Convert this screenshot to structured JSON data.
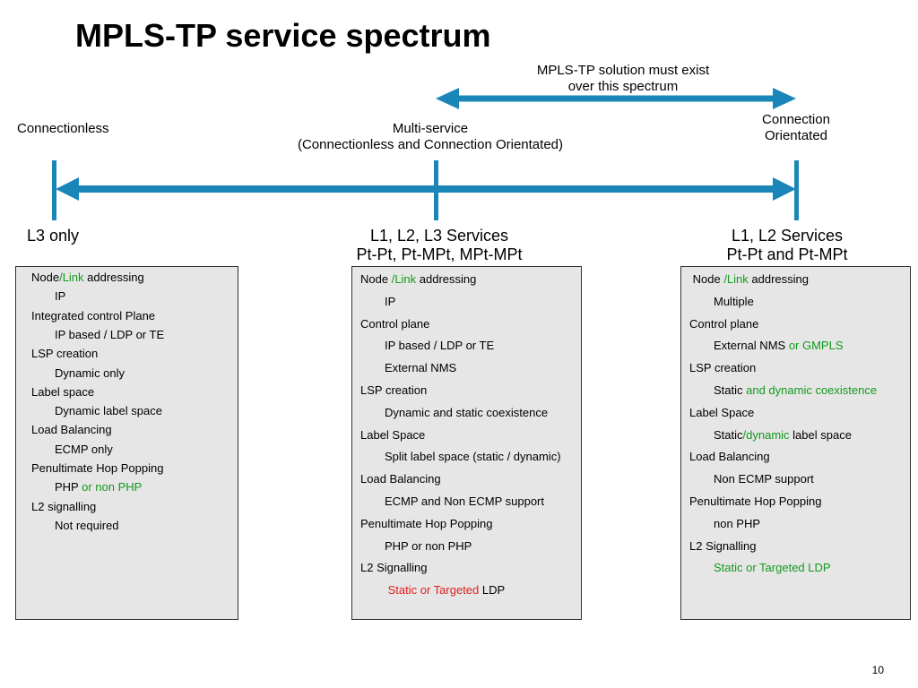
{
  "title": "MPLS-TP service spectrum",
  "top_arrow_caption": [
    "MPLS-TP solution must exist",
    "over this spectrum"
  ],
  "spectrum": {
    "left": "Connectionless",
    "middle": [
      "Multi-service",
      "(Connectionless and Connection Orientated)"
    ],
    "right": [
      "Connection",
      "Orientated"
    ]
  },
  "columns": [
    {
      "heading": [
        "L3 only"
      ]
    },
    {
      "heading": [
        "L1, L2, L3 Services",
        "Pt-Pt, Pt-MPt, MPt-MPt"
      ]
    },
    {
      "heading": [
        "L1, L2 Services",
        "Pt-Pt and Pt-MPt"
      ]
    }
  ],
  "boxes": [
    {
      "rows": [
        {
          "indent": 0,
          "parts": [
            {
              "t": "Node"
            },
            {
              "t": "/Link",
              "c": "green"
            },
            {
              "t": " addressing"
            }
          ]
        },
        {
          "indent": 1,
          "parts": [
            {
              "t": "IP"
            }
          ]
        },
        {
          "indent": 0,
          "parts": [
            {
              "t": "Integrated control Plane"
            }
          ]
        },
        {
          "indent": 1,
          "parts": [
            {
              "t": "IP based / LDP or TE"
            }
          ]
        },
        {
          "indent": 0,
          "parts": [
            {
              "t": "LSP creation"
            }
          ]
        },
        {
          "indent": 1,
          "parts": [
            {
              "t": "Dynamic only"
            }
          ]
        },
        {
          "indent": 0,
          "parts": [
            {
              "t": "Label space"
            }
          ]
        },
        {
          "indent": 1,
          "parts": [
            {
              "t": "Dynamic label space"
            }
          ]
        },
        {
          "indent": 0,
          "parts": [
            {
              "t": "Load Balancing"
            }
          ]
        },
        {
          "indent": 1,
          "parts": [
            {
              "t": "ECMP only"
            }
          ]
        },
        {
          "indent": 0,
          "parts": [
            {
              "t": "Penultimate Hop Popping"
            }
          ]
        },
        {
          "indent": 1,
          "parts": [
            {
              "t": "PHP "
            },
            {
              "t": "or non PHP",
              "c": "green"
            }
          ]
        },
        {
          "indent": 0,
          "parts": [
            {
              "t": "L2 signalling"
            }
          ]
        },
        {
          "indent": 1,
          "parts": [
            {
              "t": "Not required"
            }
          ]
        }
      ]
    },
    {
      "rows": [
        {
          "indent": 0,
          "parts": [
            {
              "t": "Node "
            },
            {
              "t": "/Link",
              "c": "green"
            },
            {
              "t": " addressing"
            }
          ]
        },
        {
          "indent": 1,
          "parts": [
            {
              "t": "IP"
            }
          ]
        },
        {
          "indent": 0,
          "parts": [
            {
              "t": "Control plane"
            }
          ]
        },
        {
          "indent": 1,
          "parts": [
            {
              "t": "IP based / LDP or TE"
            }
          ]
        },
        {
          "indent": 1,
          "parts": [
            {
              "t": "External NMS"
            }
          ]
        },
        {
          "indent": 0,
          "parts": [
            {
              "t": "LSP creation"
            }
          ]
        },
        {
          "indent": 1,
          "parts": [
            {
              "t": "Dynamic and static coexistence"
            }
          ]
        },
        {
          "indent": 0,
          "parts": [
            {
              "t": "Label Space"
            }
          ]
        },
        {
          "indent": 1,
          "parts": [
            {
              "t": "Split label space (static / dynamic)"
            }
          ]
        },
        {
          "indent": 0,
          "parts": [
            {
              "t": "Load Balancing"
            }
          ]
        },
        {
          "indent": 1,
          "parts": [
            {
              "t": "ECMP and Non ECMP support"
            }
          ]
        },
        {
          "indent": 0,
          "parts": [
            {
              "t": "Penultimate Hop Popping"
            }
          ]
        },
        {
          "indent": 1,
          "parts": [
            {
              "t": "PHP or non PHP"
            }
          ]
        },
        {
          "indent": 0,
          "parts": [
            {
              "t": "L2 Signalling"
            }
          ]
        },
        {
          "indent": 1,
          "parts": [
            {
              "t": " Static or Targeted ",
              "c": "red"
            },
            {
              "t": "LDP"
            }
          ]
        }
      ]
    },
    {
      "rows": [
        {
          "indent": 0,
          "parts": [
            {
              "t": " Node "
            },
            {
              "t": "/Link",
              "c": "green"
            },
            {
              "t": " addressing"
            }
          ]
        },
        {
          "indent": 1,
          "parts": [
            {
              "t": "Multiple"
            }
          ]
        },
        {
          "indent": 0,
          "parts": [
            {
              "t": "Control plane"
            }
          ]
        },
        {
          "indent": 1,
          "parts": [
            {
              "t": "External NMS "
            },
            {
              "t": "or GMPLS",
              "c": "green"
            }
          ]
        },
        {
          "indent": 0,
          "parts": [
            {
              "t": "LSP creation"
            }
          ]
        },
        {
          "indent": 1,
          "parts": [
            {
              "t": "Static "
            },
            {
              "t": "and dynamic coexistence",
              "c": "green"
            }
          ]
        },
        {
          "indent": 0,
          "parts": [
            {
              "t": "Label Space"
            }
          ]
        },
        {
          "indent": 1,
          "parts": [
            {
              "t": "Static"
            },
            {
              "t": "/dynamic",
              "c": "green"
            },
            {
              "t": " label space"
            }
          ]
        },
        {
          "indent": 0,
          "parts": [
            {
              "t": "Load Balancing"
            }
          ]
        },
        {
          "indent": 1,
          "parts": [
            {
              "t": "Non ECMP support"
            }
          ]
        },
        {
          "indent": 0,
          "parts": [
            {
              "t": "Penultimate Hop Popping"
            }
          ]
        },
        {
          "indent": 1,
          "parts": [
            {
              "t": "non PHP"
            }
          ]
        },
        {
          "indent": 0,
          "parts": [
            {
              "t": "L2 Signalling"
            }
          ]
        },
        {
          "indent": 1,
          "parts": [
            {
              "t": "Static or Targeted LDP",
              "c": "green"
            }
          ]
        }
      ]
    }
  ],
  "page_number": "10",
  "colors": {
    "arrow": "#1a86b8",
    "box_fill": "#e6e6e6",
    "green_text": "#139a1e",
    "red_text": "#e02020"
  }
}
